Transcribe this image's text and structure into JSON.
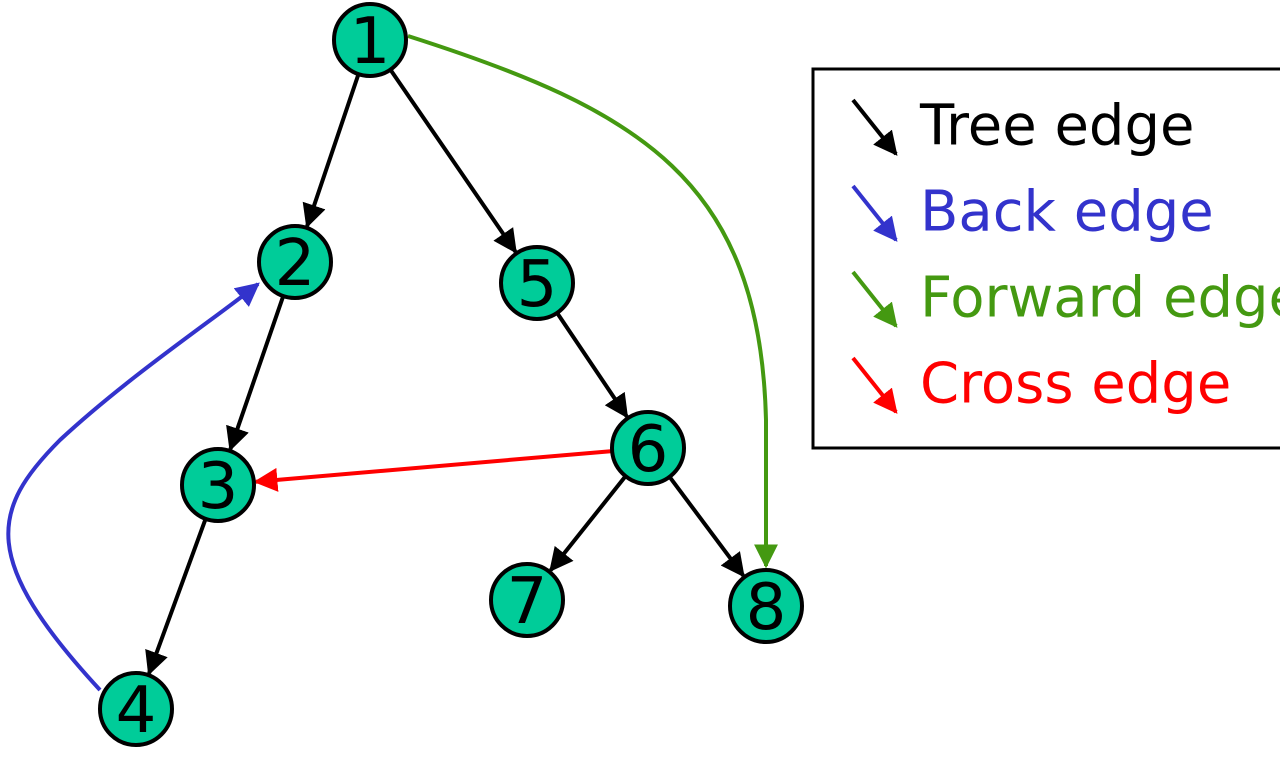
{
  "colors": {
    "node_fill": "#00cc99",
    "node_stroke": "#000000",
    "tree": "#000000",
    "back": "#3333cc",
    "forward": "#449911",
    "cross": "#ff0000"
  },
  "nodes": [
    {
      "id": "1",
      "label": "1"
    },
    {
      "id": "2",
      "label": "2"
    },
    {
      "id": "3",
      "label": "3"
    },
    {
      "id": "4",
      "label": "4"
    },
    {
      "id": "5",
      "label": "5"
    },
    {
      "id": "6",
      "label": "6"
    },
    {
      "id": "7",
      "label": "7"
    },
    {
      "id": "8",
      "label": "8"
    }
  ],
  "edges": [
    {
      "from": "1",
      "to": "2",
      "kind": "tree"
    },
    {
      "from": "2",
      "to": "3",
      "kind": "tree"
    },
    {
      "from": "3",
      "to": "4",
      "kind": "tree"
    },
    {
      "from": "1",
      "to": "5",
      "kind": "tree"
    },
    {
      "from": "5",
      "to": "6",
      "kind": "tree"
    },
    {
      "from": "6",
      "to": "7",
      "kind": "tree"
    },
    {
      "from": "6",
      "to": "8",
      "kind": "tree"
    },
    {
      "from": "4",
      "to": "2",
      "kind": "back"
    },
    {
      "from": "1",
      "to": "8",
      "kind": "forward"
    },
    {
      "from": "6",
      "to": "3",
      "kind": "cross"
    }
  ],
  "legend": {
    "items": [
      {
        "kind": "tree",
        "label": "Tree edge"
      },
      {
        "kind": "back",
        "label": "Back edge"
      },
      {
        "kind": "forward",
        "label": "Forward edge"
      },
      {
        "kind": "cross",
        "label": "Cross edge"
      }
    ]
  }
}
